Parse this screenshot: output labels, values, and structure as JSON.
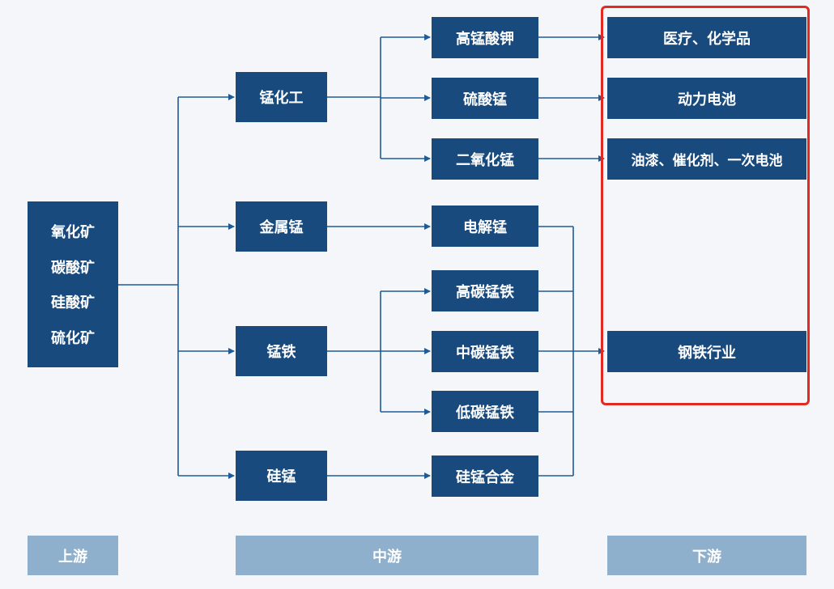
{
  "upstream": {
    "ores": [
      "氧化矿",
      "碳酸矿",
      "硅酸矿",
      "硫化矿"
    ]
  },
  "intermediate": {
    "manganese_chemicals": "锰化工",
    "metal_manganese": "金属锰",
    "ferromanganese": "锰铁",
    "silicomanganese": "硅锰"
  },
  "products": {
    "potassium_permanganate": "高锰酸钾",
    "manganese_sulfate": "硫酸锰",
    "manganese_dioxide": "二氧化锰",
    "electrolytic_manganese": "电解锰",
    "high_carbon_ferromanganese": "高碳锰铁",
    "medium_carbon_ferromanganese": "中碳锰铁",
    "low_carbon_ferromanganese": "低碳锰铁",
    "silicomanganese_alloy": "硅锰合金"
  },
  "downstream": {
    "medical_chemicals": "医疗、化学品",
    "power_battery": "动力电池",
    "paint_catalyst_battery": "油漆、催化剂、一次电池",
    "steel_industry": "钢铁行业"
  },
  "stages": {
    "upstream": "上游",
    "midstream": "中游",
    "downstream": "下游"
  },
  "colors": {
    "node_fill": "#184a7e",
    "connector": "#1f5b97",
    "stage_label_fill": "#8fb0cc",
    "highlight_border": "#e32a22"
  }
}
